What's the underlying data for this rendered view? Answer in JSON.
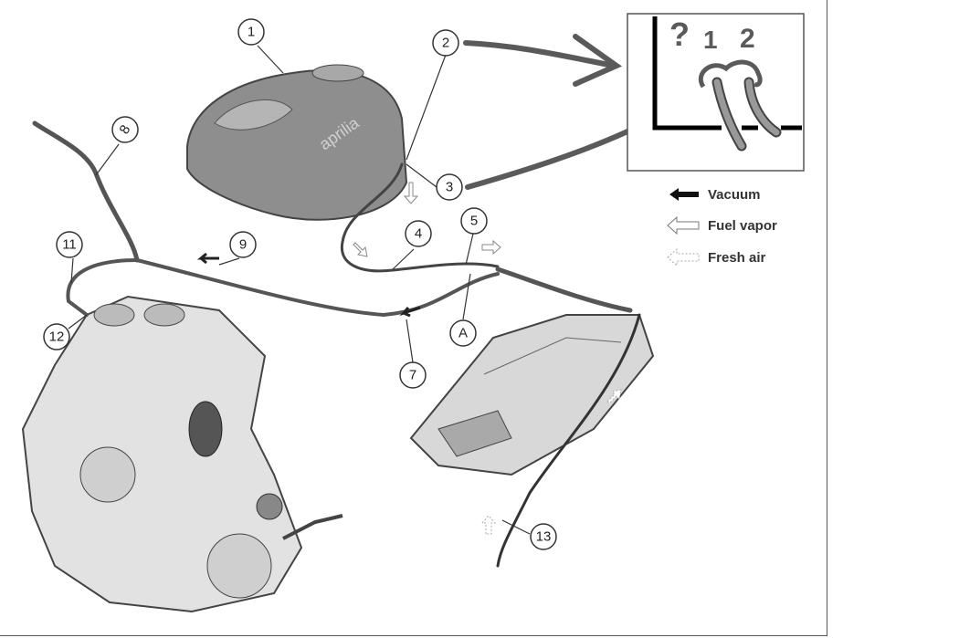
{
  "diagram": {
    "callouts": [
      "1",
      "2",
      "3",
      "4",
      "5",
      "8",
      "7",
      "9",
      "11",
      "12",
      "13",
      "A"
    ],
    "tank_brand": "aprilia",
    "legend": [
      {
        "label": "Vacuum",
        "icon": "solid-arrow-left"
      },
      {
        "label": "Fuel vapor",
        "icon": "outline-arrow-left"
      },
      {
        "label": "Fresh air",
        "icon": "dashed-arrow-left"
      }
    ],
    "inset_annotations": [
      "?",
      "1",
      "2"
    ],
    "colors": {
      "hose": "#555555",
      "annotation": "#5a5a5a",
      "part": "#9a9a9a"
    }
  }
}
